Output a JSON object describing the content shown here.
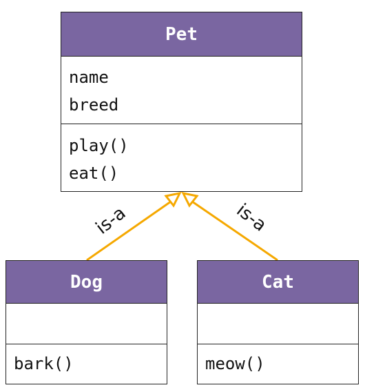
{
  "colors": {
    "header_fill": "#7a66a1",
    "header_text": "#ffffff",
    "arrow": "#f5a800",
    "border": "#222222"
  },
  "classes": {
    "pet": {
      "name": "Pet",
      "attributes": [
        "name",
        "breed"
      ],
      "methods": [
        "play()",
        "eat()"
      ]
    },
    "dog": {
      "name": "Dog",
      "attributes": [],
      "methods": [
        "bark()"
      ]
    },
    "cat": {
      "name": "Cat",
      "attributes": [],
      "methods": [
        "meow()"
      ]
    }
  },
  "relations": [
    {
      "from": "Dog",
      "to": "Pet",
      "label": "is-a",
      "type": "inheritance"
    },
    {
      "from": "Cat",
      "to": "Pet",
      "label": "is-a",
      "type": "inheritance"
    }
  ]
}
